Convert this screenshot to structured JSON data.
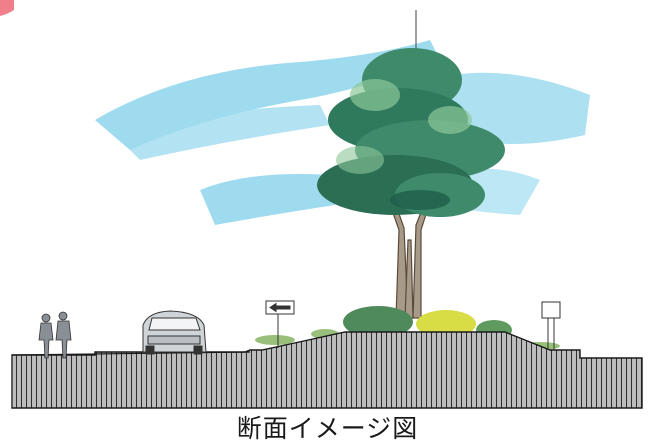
{
  "caption": "断面イメージ図",
  "colors": {
    "sky": "#7fd0ea",
    "tree_dark": "#1e5e4a",
    "tree_mid": "#3f8a6a",
    "tree_light": "#8cc79a",
    "shrub": "#5f9a5e",
    "shrub_yellow": "#d8dc45",
    "ground": "#2f2f2f",
    "car": "#cfd4d8"
  },
  "icons": [
    "pedestrians",
    "car",
    "arrow-sign",
    "sign-post",
    "tree"
  ]
}
